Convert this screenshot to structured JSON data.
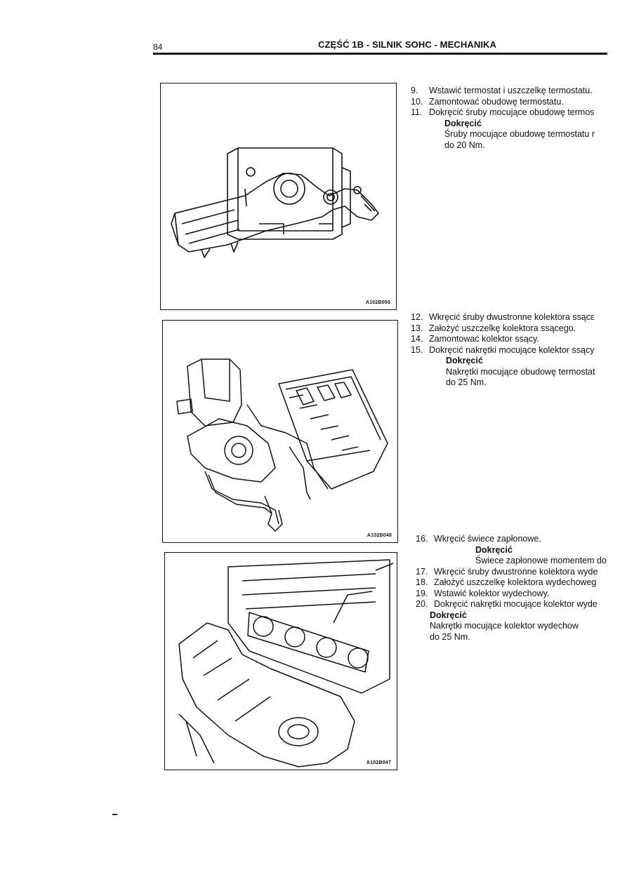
{
  "header": {
    "page_number": "84",
    "section_title": "CZĘŚĆ 1B - SILNIK SOHC - MECHANIKA"
  },
  "figures": [
    {
      "code": "A102B050"
    },
    {
      "code": "A102B048"
    },
    {
      "code": "A102B047"
    }
  ],
  "steps_group_1": [
    {
      "num": "9.",
      "text": "Wstawić termostat i uszczelkę termostatu."
    },
    {
      "num": "10.",
      "text": "Zamontować obudowę termostatu."
    },
    {
      "num": "11.",
      "text": "Dokręcić śruby mocujące obudowę termos",
      "sub_label": "Dokręcić",
      "sub_lines": [
        "Śruby mocujące obudowę termostatu r",
        "do 20 Nm."
      ]
    }
  ],
  "steps_group_2": [
    {
      "num": "12.",
      "text": "Wkręcić śruby dwustronne kolektora ssącε"
    },
    {
      "num": "13.",
      "text": "Założyć uszczelkę kolektora ssącego."
    },
    {
      "num": "14.",
      "text": "Zamontować kolektor ssący."
    },
    {
      "num": "15.",
      "text": "Dokręcić nakrętki mocujące kolektor ssący",
      "sub_label": "Dokręcić",
      "sub_lines": [
        "Nakrętki mocujące obudowę termostat",
        "do 25 Nm."
      ]
    }
  ],
  "steps_group_3": [
    {
      "num": "16.",
      "text": "Wkręcić świece zapłonowe.",
      "sub_label": "Dokręcić",
      "sub_lines": [
        "Świece zapłonowe momentem do"
      ]
    },
    {
      "num": "17.",
      "text": "Wkręcić śruby dwustronne kolektora wyde"
    },
    {
      "num": "18.",
      "text": "Założyć uszczelkę kolektora wydechoweg"
    },
    {
      "num": "19.",
      "text": "Wstawić kolektor wydechowy."
    },
    {
      "num": "20.",
      "text": "Dokręcić nakrętki mocujące kolektor wyde",
      "sub_label": "Dokręcić",
      "sub_lines": [
        "Nakrętki mocujące kolektor wydechow",
        "do 25 Nm."
      ]
    }
  ]
}
